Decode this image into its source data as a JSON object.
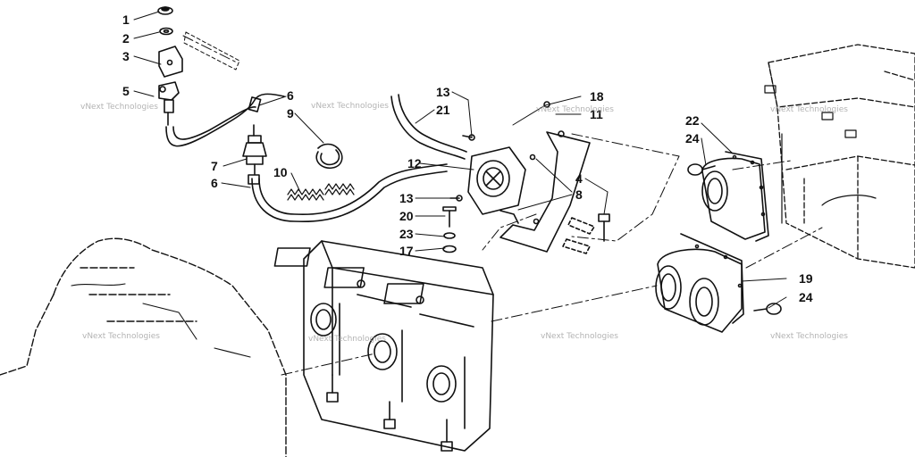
{
  "diagram": {
    "callouts": {
      "c1": "1",
      "c2": "2",
      "c3": "3",
      "c5": "5",
      "c6a": "6",
      "c6b": "6",
      "c9": "9",
      "c7": "7",
      "c10": "10",
      "c13a": "13",
      "c21": "21",
      "c12": "12",
      "c13b": "13",
      "c20": "20",
      "c23": "23",
      "c17": "17",
      "c18": "18",
      "c11": "11",
      "c4": "4",
      "c8": "8",
      "c22": "22",
      "c24a": "24",
      "c19": "19",
      "c24b": "24"
    },
    "watermark": "vNext Technologies",
    "colors": {
      "line": "#111111",
      "watermark": "#9a9a9a"
    }
  }
}
